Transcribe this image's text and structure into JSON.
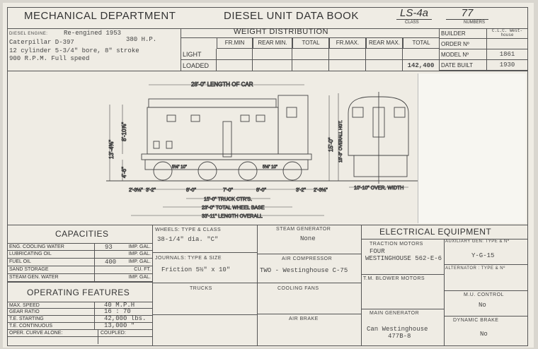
{
  "header": {
    "department": "MECHANICAL  DEPARTMENT",
    "book": "DIESEL UNIT DATA BOOK",
    "class_value": "LS-4a",
    "class_label": "CLASS",
    "number_value": "77",
    "number_label": "NUMBERS"
  },
  "engine": {
    "label": "DIESEL ENGINE:",
    "line1": "Re-engined 1953",
    "line2": "Caterpillar  D-397",
    "hp": "380 H.P.",
    "line3": "12 cylinder  5-3/4\" bore, 8\" stroke",
    "line4": "900 R.P.M. Full speed"
  },
  "weight": {
    "title": "WEIGHT     DISTRIBUTION",
    "columns": [
      "FR.MIN",
      "REAR MIN.",
      "TOTAL",
      "FR.MAX.",
      "REAR MAX.",
      "TOTAL"
    ],
    "rows": [
      {
        "label": "LIGHT",
        "values": [
          "",
          "",
          "",
          "",
          "",
          ""
        ]
      },
      {
        "label": "LOADED",
        "values": [
          "",
          "",
          "",
          "",
          "",
          "142,400"
        ]
      }
    ]
  },
  "builder": {
    "rows": [
      {
        "label": "BUILDER",
        "value": "C.L.C. West-house"
      },
      {
        "label": "ORDER Nº",
        "value": ""
      },
      {
        "label": "MODEL Nº",
        "value": "1861"
      },
      {
        "label": "DATE BUILT",
        "value": "1930"
      }
    ]
  },
  "drawing": {
    "length_of_car": "28'-0\" LENGTH OF CAR",
    "h1": "13'-4⅜\"",
    "h2": "8'-10⅞\"",
    "h3": "4'-6\"",
    "h4": "15'-0\"",
    "h5": "15'-3\" OVERALL HGT.",
    "d1": "2'-3½\"",
    "d2": "3'-2\"",
    "d3": "8'-0\"",
    "d4": "7'-0\"",
    "d5": "8'-0\"",
    "d6": "3'-2\"",
    "d7": "2'-3½\"",
    "truck": "15'-0\" TRUCK CTR'S.",
    "wheelbase": "23'-0\" TOTAL WHEEL BASE",
    "overall": "33'-11\" LENGTH OVERALL",
    "width": "10'-10\" OVER. WIDTH",
    "axle1": "5⅛\"  10\"",
    "axle2": "5⅛\"  10\""
  },
  "capacities": {
    "title": "CAPACITIES",
    "rows": [
      {
        "label": "ENG. COOLING WATER",
        "value": "93",
        "unit": "IMP. GAL."
      },
      {
        "label": "LUBRICATING OIL",
        "value": "",
        "unit": "IMP. GAL."
      },
      {
        "label": "FUEL OIL",
        "value": "400",
        "unit": "IMP. GAL."
      },
      {
        "label": "SAND STORAGE",
        "value": "",
        "unit": "CU. FT."
      },
      {
        "label": "STEAM GEN. WATER",
        "value": "",
        "unit": "IMP. GAL."
      }
    ]
  },
  "operating": {
    "title": "OPERATING  FEATURES",
    "rows": [
      {
        "label": "MAX.  SPEED",
        "value": "40     M.P.H"
      },
      {
        "label": "GEAR  RATIO",
        "value": "16 : 70"
      },
      {
        "label": "T.E.  STARTING",
        "value": "42,000 lbs."
      },
      {
        "label": "T.E.  CONTINUOUS",
        "value": "13,000  \""
      }
    ],
    "curve_label": "OPER. CURVE ALONE:",
    "coupled_label": "COUPLED:"
  },
  "running": {
    "wheels_label": "WHEELS: TYPE & CLASS",
    "wheels_value": "38-1/4\" dia.  \"C\"",
    "journals_label": "JOURNALS: TYPE & SIZE",
    "journals_value": "Friction  5½\"  x  10\"",
    "trucks_label": "TRUCKS"
  },
  "aux": {
    "steam_label": "STEAM  GENERATOR",
    "steam_value": "None",
    "air_label": "AIR  COMPRESSOR",
    "air_value": "TWO - Westinghouse C-75",
    "fans_label": "COOLING  FANS",
    "brake_label": "AIR  BRAKE"
  },
  "electrical": {
    "title": "ELECTRICAL    EQUIPMENT",
    "traction_label": "TRACTION MOTORS",
    "traction_value1": "FOUR",
    "traction_value2": "WESTINGHOUSE 562-E-6",
    "blower_label": "T.M. BLOWER  MOTORS",
    "maingen_label": "MAIN GENERATOR",
    "maingen_value1": "Can Westinghouse",
    "maingen_value2": "477B-8",
    "auxgen_label": "AUXILIARY GEN: TYPE & Nº",
    "auxgen_value": "Y-G-15",
    "alt_label": "ALTERNATOR : TYPE & Nº",
    "mu_label": "M.U. CONTROL",
    "mu_value": "No",
    "dyn_label": "DYNAMIC  BRAKE",
    "dyn_value": "No"
  }
}
